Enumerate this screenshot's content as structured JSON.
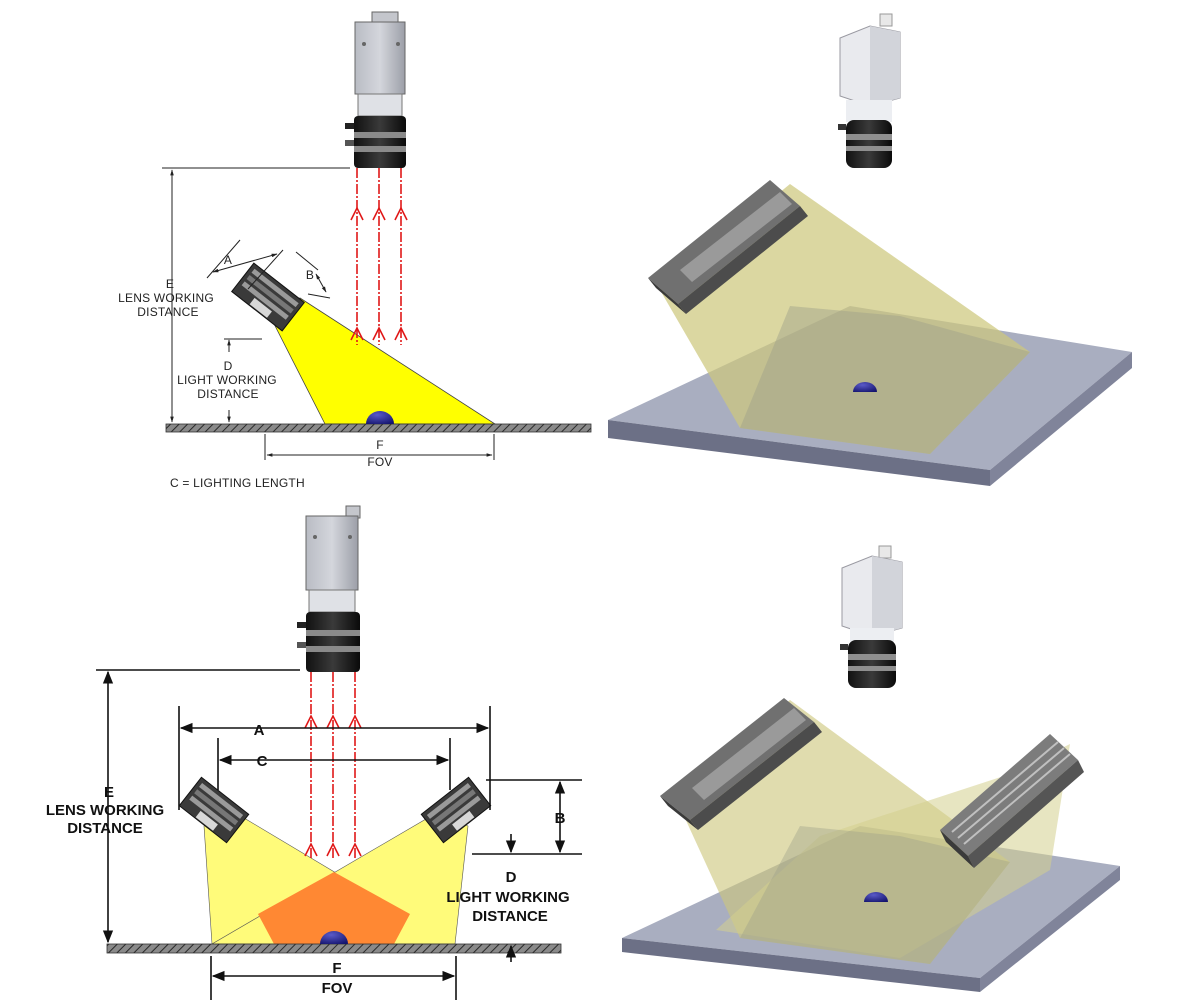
{
  "diagram_top": {
    "label_e_letter": "E",
    "label_e_line1": "LENS WORKING",
    "label_e_line2": "DISTANCE",
    "label_a": "A",
    "label_b": "B",
    "label_d_letter": "D",
    "label_d_line1": "LIGHT WORKING",
    "label_d_line2": "DISTANCE",
    "label_f_letter": "F",
    "label_fov": "FOV",
    "note_c": "C = LIGHTING LENGTH"
  },
  "diagram_bottom": {
    "label_a": "A",
    "label_c": "C",
    "label_e_letter": "E",
    "label_e_line1": "LENS WORKING",
    "label_e_line2": "DISTANCE",
    "label_b": "B",
    "label_d_letter": "D",
    "label_d_line1": "LIGHT WORKING",
    "label_d_line2": "DISTANCE",
    "label_f_letter": "F",
    "label_fov": "FOV"
  },
  "colors": {
    "light_beam": "#ffff00",
    "light_beam_soft": "#fffb7a",
    "overlap": "#ff8833",
    "target": "#1a1a8c",
    "rays": "#e01818",
    "plate": "#a8adbf",
    "beam_3d": "#d4cf8e"
  }
}
